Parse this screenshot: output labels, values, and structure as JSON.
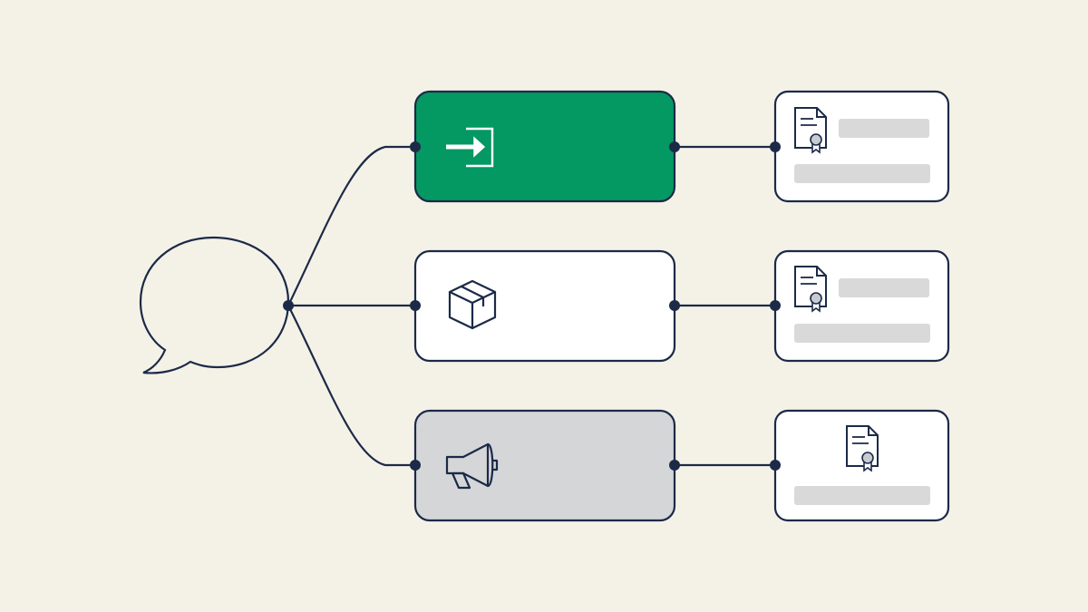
{
  "colors": {
    "background": "#f4f2e7",
    "stroke": "#1c2a48",
    "login_fill": "#049862",
    "package_fill": "#ffffff",
    "announce_fill": "#d5d6d8",
    "card_fill": "#ffffff",
    "placeholder_bar": "#d9d9da",
    "seal": "#c8cbd1"
  },
  "diagram": {
    "source": {
      "icon": "speech-bubble-icon"
    },
    "branches": [
      {
        "id": "login",
        "icon": "login-arrow-icon",
        "fill_key": "login_fill",
        "card": {
          "icon": "certificate-document-icon",
          "placeholder_lines": 2
        }
      },
      {
        "id": "package",
        "icon": "package-box-icon",
        "fill_key": "package_fill",
        "card": {
          "icon": "certificate-document-icon",
          "placeholder_lines": 2
        }
      },
      {
        "id": "announce",
        "icon": "megaphone-icon",
        "fill_key": "announce_fill",
        "card": {
          "icon": "certificate-document-icon",
          "placeholder_lines": 1
        }
      }
    ]
  }
}
